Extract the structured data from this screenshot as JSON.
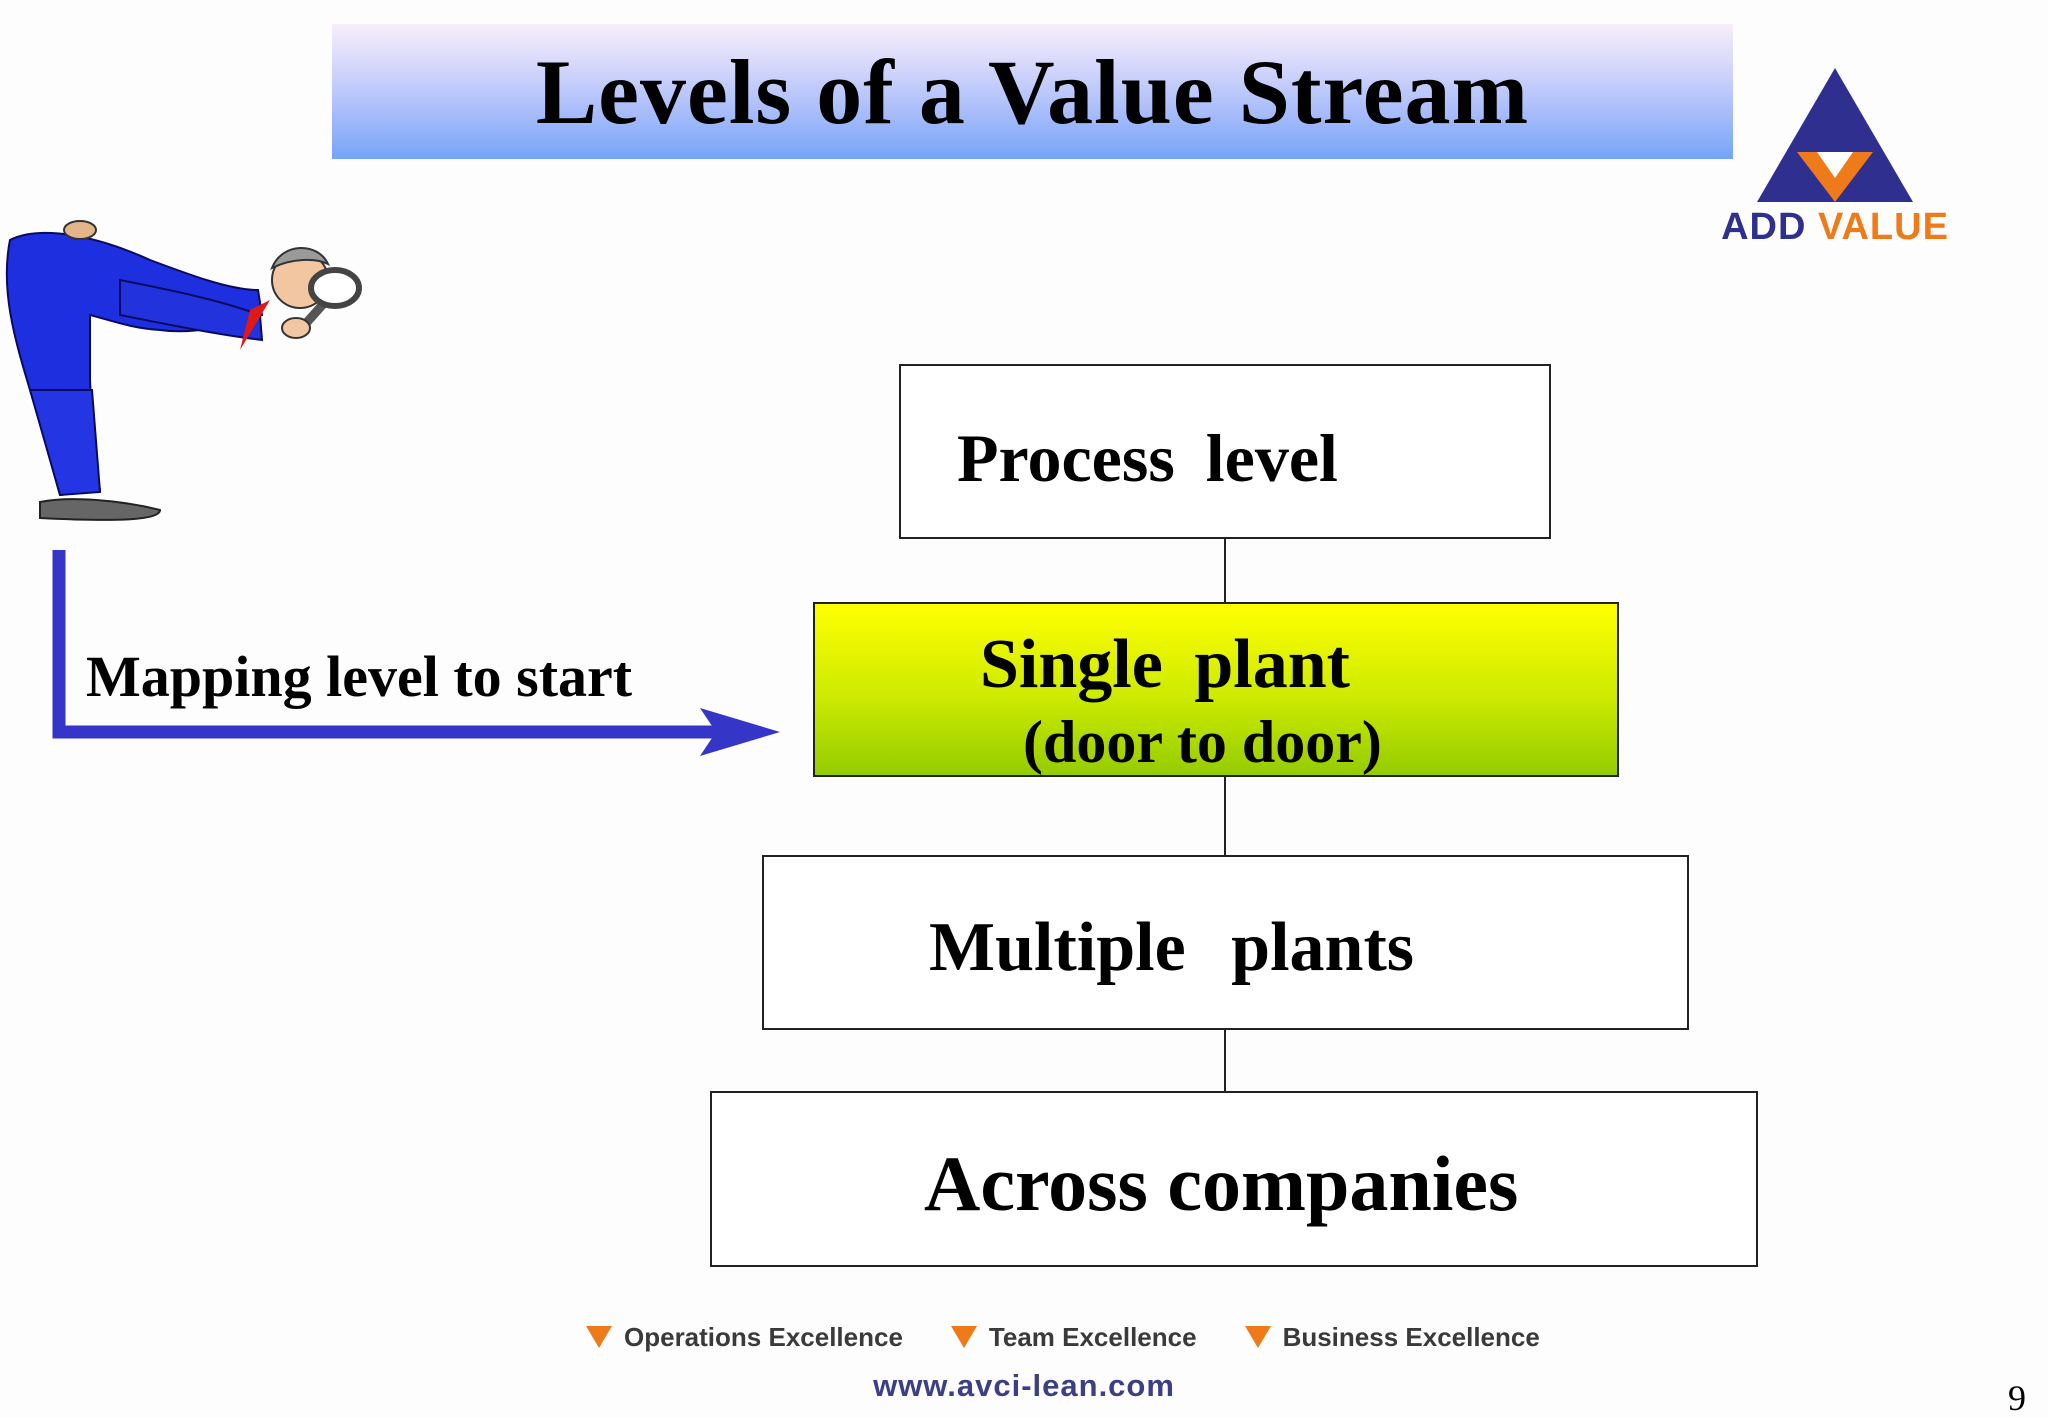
{
  "title": "Levels of a Value Stream",
  "logo": {
    "word1": "ADD",
    "word2": "VALUE",
    "colors": {
      "triangle": "#2e2f8f",
      "inner_triangle": "#ef7a1a"
    }
  },
  "illustration": "man-with-magnifying-glass",
  "start_arrow": {
    "label": "Mapping level to start",
    "color": "#3535c8"
  },
  "levels": [
    {
      "label": "Process level",
      "highlighted": false
    },
    {
      "label": "Single plant",
      "sublabel": "(door to door)",
      "highlighted": true
    },
    {
      "label": "Multiple plants",
      "highlighted": false
    },
    {
      "label": "Across companies",
      "highlighted": false
    }
  ],
  "footer": {
    "tags": [
      "Operations Excellence",
      "Team Excellence",
      "Business Excellence"
    ],
    "url": "www.avci-lean.com"
  },
  "page_number": "9",
  "colors": {
    "highlight_top": "#ffff00",
    "highlight_bottom": "#94cc00",
    "accent_orange": "#ef7a1a",
    "banner_bottom": "#74a4f7"
  }
}
